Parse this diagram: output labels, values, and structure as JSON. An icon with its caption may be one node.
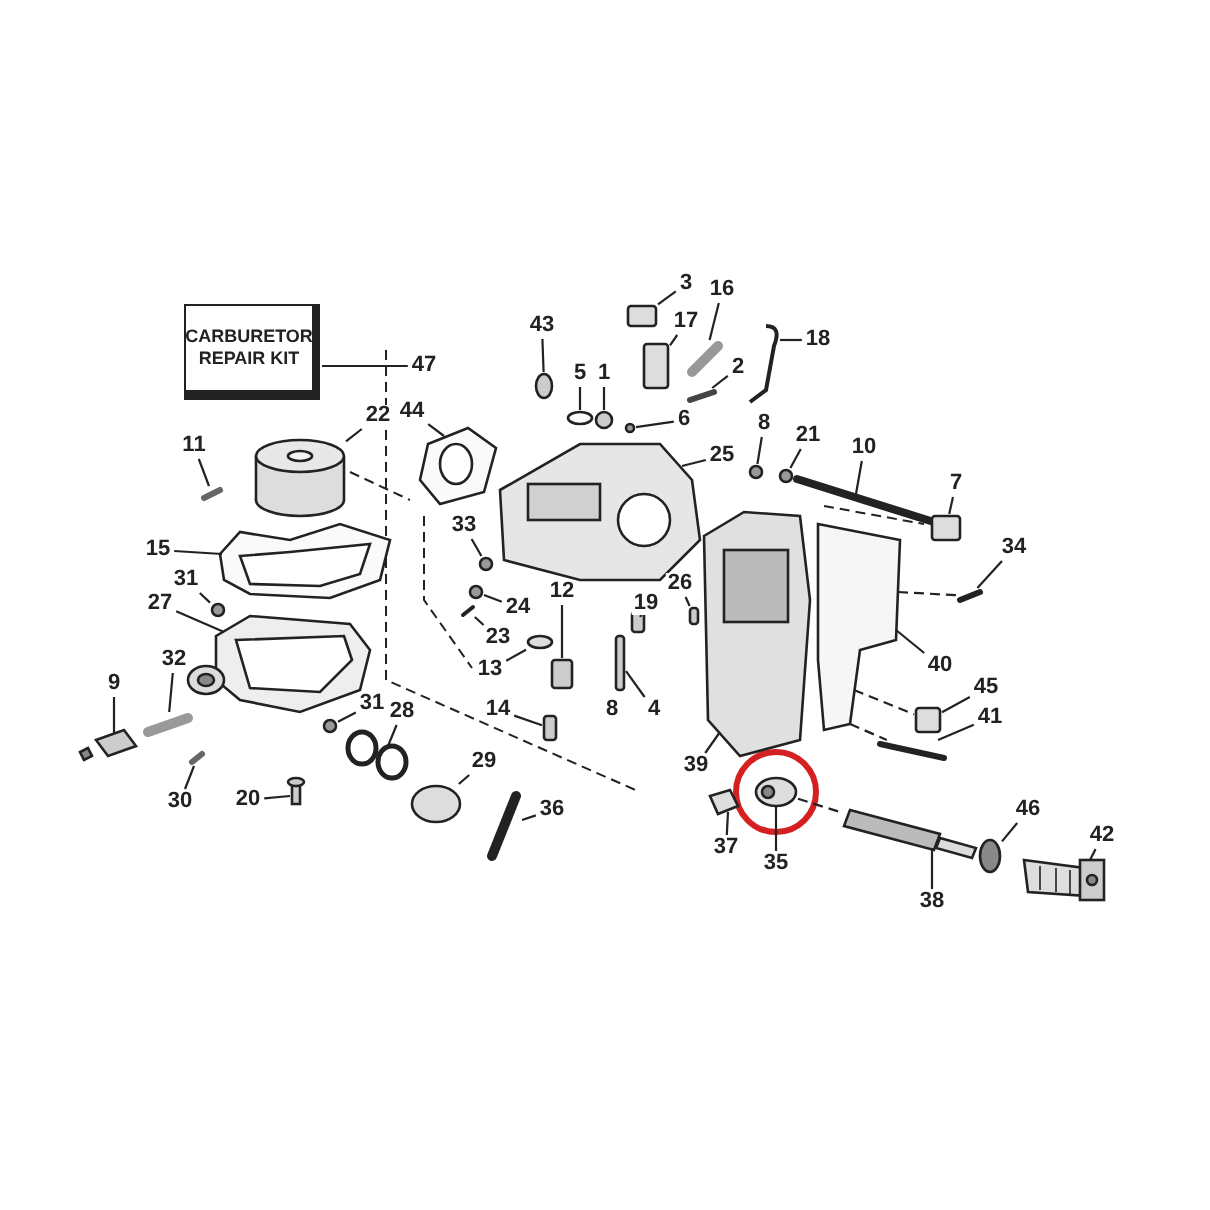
{
  "diagram": {
    "nodes": [
      {
        "text": [
          "CARBURETOR REPAIR KIT"
        ]
      },
      {
        "text": [
          "3"
        ]
      },
      {
        "text": [
          "16"
        ]
      },
      {
        "text": [
          "17"
        ]
      },
      {
        "text": [
          "18"
        ]
      },
      {
        "text": [
          "43"
        ]
      },
      {
        "text": [
          "47"
        ]
      },
      {
        "text": [
          "2"
        ]
      },
      {
        "text": [
          "5"
        ]
      },
      {
        "text": [
          "1"
        ]
      },
      {
        "text": [
          "44"
        ]
      },
      {
        "text": [
          "22"
        ]
      },
      {
        "text": [
          "6"
        ]
      },
      {
        "text": [
          "8"
        ]
      },
      {
        "text": [
          "21"
        ]
      },
      {
        "text": [
          "11"
        ]
      },
      {
        "text": [
          "25"
        ]
      },
      {
        "text": [
          "10"
        ]
      },
      {
        "text": [
          "7"
        ]
      },
      {
        "text": [
          "33"
        ]
      },
      {
        "text": [
          "34"
        ]
      },
      {
        "text": [
          "15"
        ]
      },
      {
        "text": [
          "31"
        ]
      },
      {
        "text": [
          "12"
        ]
      },
      {
        "text": [
          "26"
        ]
      },
      {
        "text": [
          "27"
        ]
      },
      {
        "text": [
          "24"
        ]
      },
      {
        "text": [
          "19"
        ]
      },
      {
        "text": [
          "23"
        ]
      },
      {
        "text": [
          "13"
        ]
      },
      {
        "text": [
          "32"
        ]
      },
      {
        "text": [
          "40"
        ]
      },
      {
        "text": [
          "9"
        ]
      },
      {
        "text": [
          "45"
        ]
      },
      {
        "text": [
          "31"
        ]
      },
      {
        "text": [
          "28"
        ]
      },
      {
        "text": [
          "14"
        ]
      },
      {
        "text": [
          "4"
        ]
      },
      {
        "text": [
          "41"
        ]
      },
      {
        "text": [
          "39"
        ]
      },
      {
        "text": [
          "29"
        ]
      },
      {
        "text": [
          "20"
        ]
      },
      {
        "text": [
          "30"
        ]
      },
      {
        "text": [
          "36"
        ]
      },
      {
        "text": [
          "46"
        ]
      },
      {
        "text": [
          "42"
        ]
      },
      {
        "text": [
          "37"
        ]
      },
      {
        "text": [
          "35"
        ]
      },
      {
        "text": [
          "38"
        ]
      },
      {
        "text": [],
        "shape": "box"
      },
      {
        "text": [],
        "shape": "bar"
      },
      {
        "text": [],
        "shape": "box"
      },
      {
        "text": [],
        "shape": "picture"
      },
      {
        "text": [],
        "shape": "circle"
      },
      {
        "text": [],
        "shape": "bar"
      },
      {
        "text": [],
        "shape": "circle"
      },
      {
        "text": [],
        "shape": "circle"
      },
      {
        "text": [],
        "shape": "picture"
      },
      {
        "text": [],
        "shape": "cylinder"
      },
      {
        "text": [],
        "shape": "circle"
      },
      {
        "text": [],
        "shape": "circle"
      },
      {
        "text": [],
        "shape": "circle"
      },
      {
        "text": [],
        "shape": "bar"
      },
      {
        "text": [],
        "shape": "picture"
      },
      {
        "text": [],
        "shape": "bar"
      },
      {
        "text": [],
        "shape": "box"
      },
      {
        "text": [],
        "shape": "circle"
      },
      {
        "text": [],
        "shape": "bar"
      },
      {
        "text": [],
        "shape": "picture"
      },
      {
        "text": [],
        "shape": "circle"
      },
      {
        "text": [],
        "shape": "box"
      },
      {
        "text": [],
        "shape": "box"
      },
      {
        "text": [],
        "shape": "picture"
      },
      {
        "text": [],
        "shape": "circle"
      },
      {
        "text": [],
        "shape": "box"
      },
      {
        "text": [],
        "shape": "bar"
      },
      {
        "text": [],
        "shape": "circle"
      },
      {
        "text": [],
        "shape": "bar"
      },
      {
        "text": [],
        "shape": "picture"
      },
      {
        "text": [],
        "shape": "picture"
      },
      {
        "text": [],
        "shape": "box"
      },
      {
        "text": [],
        "shape": "circle"
      },
      {
        "text": [],
        "shape": "picture"
      },
      {
        "text": [],
        "shape": "box"
      },
      {
        "text": [],
        "shape": "box"
      },
      {
        "text": [],
        "shape": "bar"
      },
      {
        "text": [],
        "shape": "picture"
      },
      {
        "text": [],
        "shape": "circle"
      },
      {
        "text": [],
        "shape": "picture"
      },
      {
        "text": [],
        "shape": "bar"
      },
      {
        "text": [],
        "shape": "bar"
      },
      {
        "text": [],
        "shape": "circle"
      },
      {
        "text": [],
        "shape": "picture"
      },
      {
        "text": [],
        "shape": "picture"
      },
      {
        "text": [],
        "shape": "picture"
      },
      {
        "text": [],
        "shape": "picture"
      }
    ],
    "edges": [
      {
        "from": 1,
        "to": 49,
        "arrow": "none"
      },
      {
        "from": 2,
        "to": 50,
        "arrow": "none"
      },
      {
        "from": 3,
        "to": 51,
        "arrow": "none"
      },
      {
        "from": 4,
        "to": 52,
        "arrow": "none"
      },
      {
        "from": 5,
        "to": 53,
        "arrow": "none"
      },
      {
        "from": 6,
        "to": 0,
        "arrow": "none"
      },
      {
        "from": 7,
        "to": 54,
        "arrow": "none"
      },
      {
        "from": 8,
        "to": 55,
        "arrow": "none"
      },
      {
        "from": 9,
        "to": 56,
        "arrow": "none"
      },
      {
        "from": 10,
        "to": 57,
        "arrow": "none"
      },
      {
        "from": 11,
        "to": 58,
        "arrow": "none"
      },
      {
        "from": 12,
        "to": 59,
        "arrow": "none"
      },
      {
        "from": 13,
        "to": 60,
        "arrow": "none"
      },
      {
        "from": 14,
        "to": 61,
        "arrow": "none"
      },
      {
        "from": 15,
        "to": 62,
        "arrow": "none"
      },
      {
        "from": 16,
        "to": 63,
        "arrow": "none"
      },
      {
        "from": 17,
        "to": 64,
        "arrow": "none"
      },
      {
        "from": 18,
        "to": 65,
        "arrow": "none"
      },
      {
        "from": 19,
        "to": 66,
        "arrow": "none"
      },
      {
        "from": 20,
        "to": 67,
        "arrow": "none"
      },
      {
        "from": 21,
        "to": 68,
        "arrow": "none"
      },
      {
        "from": 22,
        "to": 69,
        "arrow": "none"
      },
      {
        "from": 23,
        "to": 70,
        "arrow": "none"
      },
      {
        "from": 24,
        "to": 71,
        "arrow": "none"
      },
      {
        "from": 25,
        "to": 72,
        "arrow": "none"
      },
      {
        "from": 26,
        "to": 73,
        "arrow": "none"
      },
      {
        "from": 27,
        "to": 74,
        "arrow": "none"
      },
      {
        "from": 28,
        "to": 75,
        "arrow": "none"
      },
      {
        "from": 29,
        "to": 76,
        "arrow": "none"
      },
      {
        "from": 30,
        "to": 77,
        "arrow": "none"
      },
      {
        "from": 31,
        "to": 78,
        "arrow": "none"
      },
      {
        "from": 32,
        "to": 79,
        "arrow": "none"
      },
      {
        "from": 33,
        "to": 80,
        "arrow": "none"
      },
      {
        "from": 34,
        "to": 81,
        "arrow": "none"
      },
      {
        "from": 35,
        "to": 82,
        "arrow": "none"
      },
      {
        "from": 36,
        "to": 83,
        "arrow": "none"
      },
      {
        "from": 37,
        "to": 84,
        "arrow": "none"
      },
      {
        "from": 38,
        "to": 85,
        "arrow": "none"
      },
      {
        "from": 39,
        "to": 86,
        "arrow": "none"
      },
      {
        "from": 40,
        "to": 87,
        "arrow": "none"
      },
      {
        "from": 41,
        "to": 88,
        "arrow": "none"
      },
      {
        "from": 42,
        "to": 89,
        "arrow": "none"
      },
      {
        "from": 43,
        "to": 90,
        "arrow": "none"
      },
      {
        "from": 44,
        "to": 91,
        "arrow": "none"
      },
      {
        "from": 45,
        "to": 92,
        "arrow": "none"
      },
      {
        "from": 46,
        "to": 93,
        "arrow": "none"
      },
      {
        "from": 47,
        "to": 94,
        "arrow": "none"
      },
      {
        "from": 48,
        "to": 95,
        "arrow": "none"
      },
      {
        "from": 78,
        "to": 67,
        "arrow": "none",
        "style": "dashed"
      },
      {
        "from": 78,
        "to": 80,
        "arrow": "none",
        "style": "dashed"
      },
      {
        "from": 78,
        "to": 85,
        "arrow": "none",
        "style": "dashed"
      },
      {
        "from": 94,
        "to": 95,
        "arrow": "none",
        "style": "dashed"
      }
    ],
    "labels": [
      "8"
    ]
  }
}
